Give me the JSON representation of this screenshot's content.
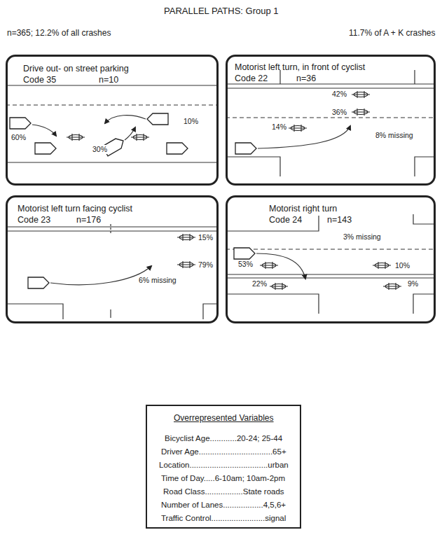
{
  "diagram": {
    "title": "PARALLEL PATHS: Group 1",
    "nodes": [
      {
        "text": [
          "Drive out- on street parking",
          "Code 35",
          "n=10",
          "10%",
          "60%",
          "30%"
        ]
      },
      {
        "text": [
          "Motorist left turn, in front of cyclist",
          "Code 22",
          "n=36",
          "42%",
          "36%",
          "14%",
          "8% missing"
        ]
      },
      {
        "text": [
          "Motorist left turn facing cyclist",
          "Code 23",
          "n=176",
          "15%",
          "79%",
          "6% missing"
        ]
      },
      {
        "text": [
          "Motorist right turn",
          "Code 24",
          "n=143",
          "3% missing",
          "53%",
          "10%",
          "22%",
          "9%"
        ]
      },
      {
        "text": [
          "Overrepresented Variables",
          "Bicyclist Age............20-24; 25-44",
          "Driver Age.................................65+",
          "Location...................................urban",
          "Time of Day.....6-10am; 10am-2pm",
          "Road Class.................State roads",
          "Number of Lanes..................4,5,6+",
          "Traffic Control........................signal"
        ]
      }
    ],
    "labels": [
      "n=365; 12.2% of all crashes",
      "11.7% of A + K crashes"
    ]
  }
}
